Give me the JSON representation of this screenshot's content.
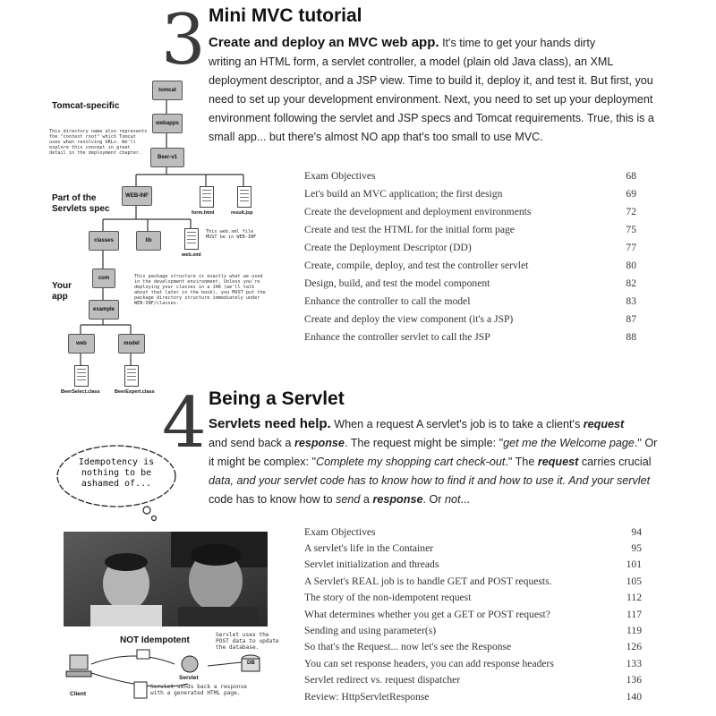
{
  "chapter3": {
    "number": "3",
    "title": "Mini MVC tutorial",
    "intro_lead": "Create and deploy an MVC web app.",
    "intro_body_lines": [
      "It's time to get your hands dirty",
      "writing an HTML form, a servlet controller, a model (plain old Java class), an XML",
      "deployment descriptor, and a JSP view. Time to build it, deploy it, and test it. But first, you",
      "need to set up your development environment. Next, you need to set up your deployment",
      "environment following the servlet and JSP specs and Tomcat requirements. True, this is a",
      "small app... but there's almost NO app that's too small to use MVC."
    ],
    "diagram": {
      "tomcat_specific_label": "Tomcat-specific",
      "tomcat_note": "This directory name also represents the \"context root\" which Tomcat uses when resolving URLs. We'll explore this concept in great detail in the deployment chapter.",
      "servlets_spec_label_1": "Part of the",
      "servlets_spec_label_2": "Servlets spec",
      "your_app_label_1": "Your",
      "your_app_label_2": "app",
      "webxml_note": "This web.xml file MUST be in WEB-INF",
      "package_note": "This package structure is exactly what we used in the development environment. Unless you're deploying your classes in a JAR (we'll talk about that later in the book), you MUST put the package directory structure immediately under WEB-INF/classes.",
      "folders": {
        "tomcat": "tomcat",
        "webapps": "webapps",
        "beer": "Beer-v1",
        "webinf": "WEB-INF",
        "classes": "classes",
        "lib": "lib",
        "com": "com",
        "example": "example",
        "web": "web",
        "model": "model"
      },
      "files": {
        "form": "form.html",
        "result": "result.jsp",
        "webxml": "web.xml",
        "beerselect": "BeerSelect.class",
        "beerexpert": "BeerExpert.class"
      }
    },
    "toc": [
      {
        "title": "Exam Objectives",
        "page": "68"
      },
      {
        "title": "Let's build an MVC application; the first design",
        "page": "69"
      },
      {
        "title": "Create the development and deployment environments",
        "page": "72"
      },
      {
        "title": "Create and test the HTML for the initial form page",
        "page": "75"
      },
      {
        "title": "Create the Deployment Descriptor (DD)",
        "page": "77"
      },
      {
        "title": "Create, compile, deploy, and test the controller servlet",
        "page": "80"
      },
      {
        "title": "Design, build, and test the model component",
        "page": "82"
      },
      {
        "title": "Enhance the controller to call the model",
        "page": "83"
      },
      {
        "title": "Create and deploy the view component (it's a JSP)",
        "page": "87"
      },
      {
        "title": "Enhance the controller servlet to call the JSP",
        "page": "88"
      }
    ]
  },
  "chapter4": {
    "number": "4",
    "title": "Being a Servlet",
    "intro_lead": "Servlets need help.",
    "intro_lines_html": [
      "When a request A servlet's job is to take a client's <b><i>request</i></b>",
      "and send back a <b><i>response</i></b>. The request might be simple: \"<i>get me the Welcome page</i>.\" Or",
      "it might be complex: \"<i>Complete my shopping cart check-out</i>.\" The <b><i>request</i></b> carries crucial",
      "<i>data, and your servlet code has to know how to find it and how to use it. And your servlet</i>",
      "code has to know how to <i>send</i> a <b><i>response</i></b>. Or <i>not</i>..."
    ],
    "bubble": "Idempotency is nothing to be ashamed of...",
    "not_idempotent_label": "NOT Idempotent",
    "diagram": {
      "client": "Client",
      "servlet": "Servlet",
      "db": "DB",
      "post_note": "Servlet uses the POST data to update the database.",
      "response_note": "Servlet sends back a response with a generated HTML page."
    },
    "toc": [
      {
        "title": "Exam Objectives",
        "page": "94"
      },
      {
        "title": "A servlet's life in the Container",
        "page": "95"
      },
      {
        "title": "Servlet initialization and threads",
        "page": "101"
      },
      {
        "title": "A Servlet's REAL job is to handle GET and POST requests.",
        "page": "105"
      },
      {
        "title": "The story of the non-idempotent request",
        "page": "112"
      },
      {
        "title": "What determines whether you get a GET or POST request?",
        "page": "117"
      },
      {
        "title": "Sending and using parameter(s)",
        "page": "119"
      },
      {
        "title": "So that's the Request... now let's see the Response",
        "page": "126"
      },
      {
        "title": "You can set response headers, you can add response headers",
        "page": "133"
      },
      {
        "title": "Servlet redirect vs. request dispatcher",
        "page": "136"
      },
      {
        "title": "Review: HttpServletResponse",
        "page": "140"
      }
    ]
  }
}
